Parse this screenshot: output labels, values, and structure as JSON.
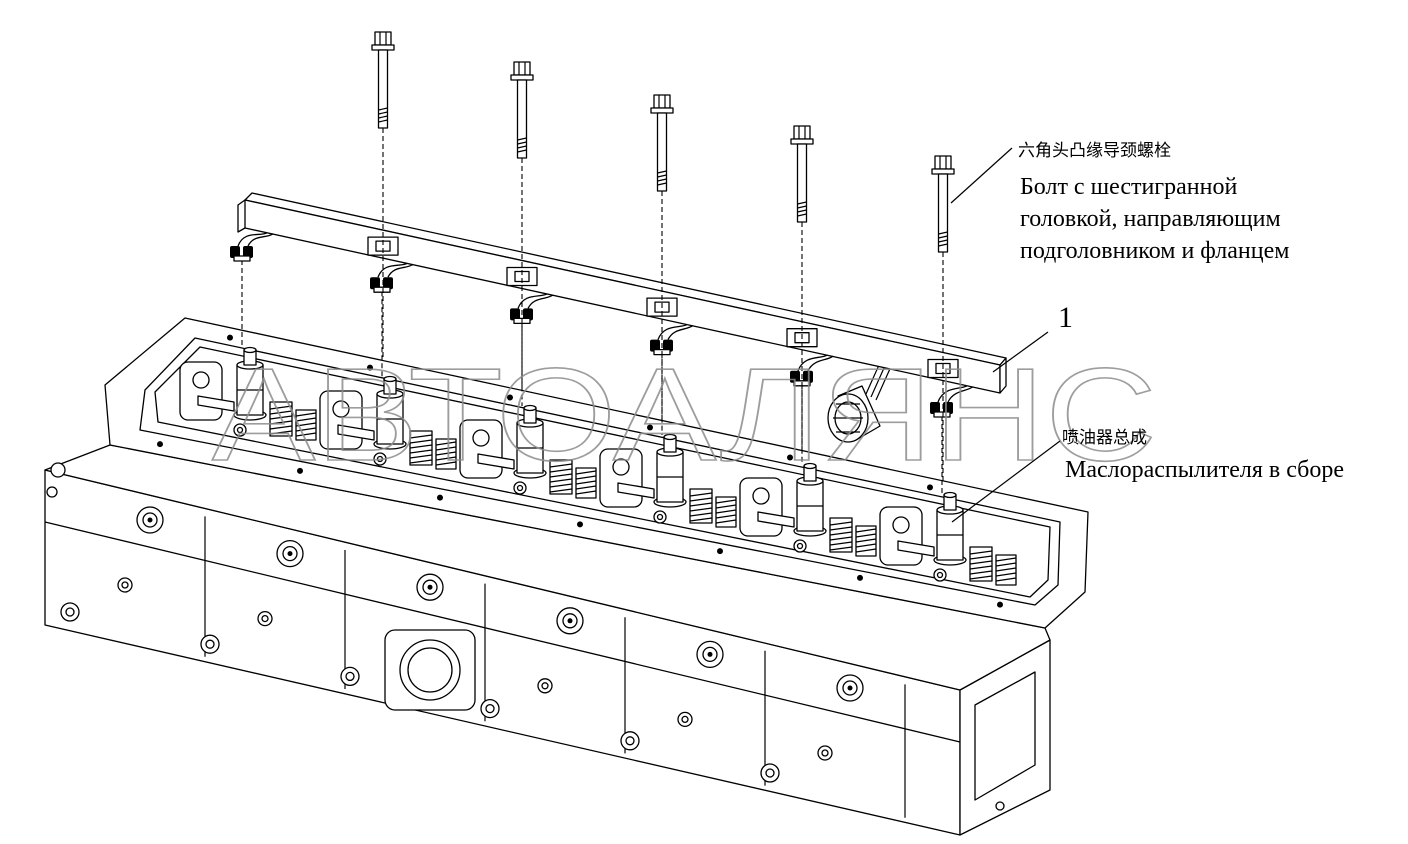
{
  "labels": {
    "bolt_zh": "六角头凸缘导颈螺栓",
    "bolt_ru": [
      "Болт с шестигранной",
      "головкой, направляющим",
      "подголовником и фланцем"
    ],
    "callout_number": "1",
    "injector_zh": "喷油器总成",
    "injector_ru": "Маслораспылителя в сборе"
  },
  "watermark": "АВТОАЛЯНС",
  "colors": {
    "line": "#000000",
    "background": "#ffffff",
    "watermark": "#8c8c8c"
  }
}
